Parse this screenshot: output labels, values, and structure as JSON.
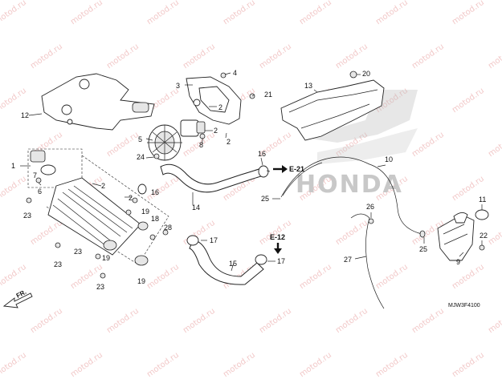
{
  "watermark": "motod.ru",
  "brand_logo": "HONDA",
  "diagram_code": "MJW3F4100",
  "direction_label": "FR.",
  "references": [
    {
      "id": "e21",
      "label": "E-21"
    },
    {
      "id": "e12",
      "label": "E-12"
    }
  ],
  "callouts": [
    {
      "id": "c1",
      "label": "1"
    },
    {
      "id": "c2a",
      "label": "2"
    },
    {
      "id": "c2b",
      "label": "2"
    },
    {
      "id": "c2c",
      "label": "2"
    },
    {
      "id": "c2d",
      "label": "2"
    },
    {
      "id": "c2e",
      "label": "2"
    },
    {
      "id": "c3",
      "label": "3"
    },
    {
      "id": "c4",
      "label": "4"
    },
    {
      "id": "c5",
      "label": "5"
    },
    {
      "id": "c6",
      "label": "6"
    },
    {
      "id": "c7",
      "label": "7"
    },
    {
      "id": "c8",
      "label": "8"
    },
    {
      "id": "c9",
      "label": "9"
    },
    {
      "id": "c10",
      "label": "10"
    },
    {
      "id": "c11",
      "label": "11"
    },
    {
      "id": "c12",
      "label": "12"
    },
    {
      "id": "c13",
      "label": "13"
    },
    {
      "id": "c14",
      "label": "14"
    },
    {
      "id": "c15",
      "label": "15"
    },
    {
      "id": "c16a",
      "label": "16"
    },
    {
      "id": "c16b",
      "label": "16"
    },
    {
      "id": "c17a",
      "label": "17"
    },
    {
      "id": "c17b",
      "label": "17"
    },
    {
      "id": "c18",
      "label": "18"
    },
    {
      "id": "c19a",
      "label": "19"
    },
    {
      "id": "c19b",
      "label": "19"
    },
    {
      "id": "c19c",
      "label": "19"
    },
    {
      "id": "c20",
      "label": "20"
    },
    {
      "id": "c21",
      "label": "21"
    },
    {
      "id": "c22",
      "label": "22"
    },
    {
      "id": "c23a",
      "label": "23"
    },
    {
      "id": "c23b",
      "label": "23"
    },
    {
      "id": "c23c",
      "label": "23"
    },
    {
      "id": "c23d",
      "label": "23"
    },
    {
      "id": "c24",
      "label": "24"
    },
    {
      "id": "c25a",
      "label": "25"
    },
    {
      "id": "c25b",
      "label": "25"
    },
    {
      "id": "c26",
      "label": "26"
    },
    {
      "id": "c27",
      "label": "27"
    },
    {
      "id": "c28",
      "label": "28"
    }
  ]
}
